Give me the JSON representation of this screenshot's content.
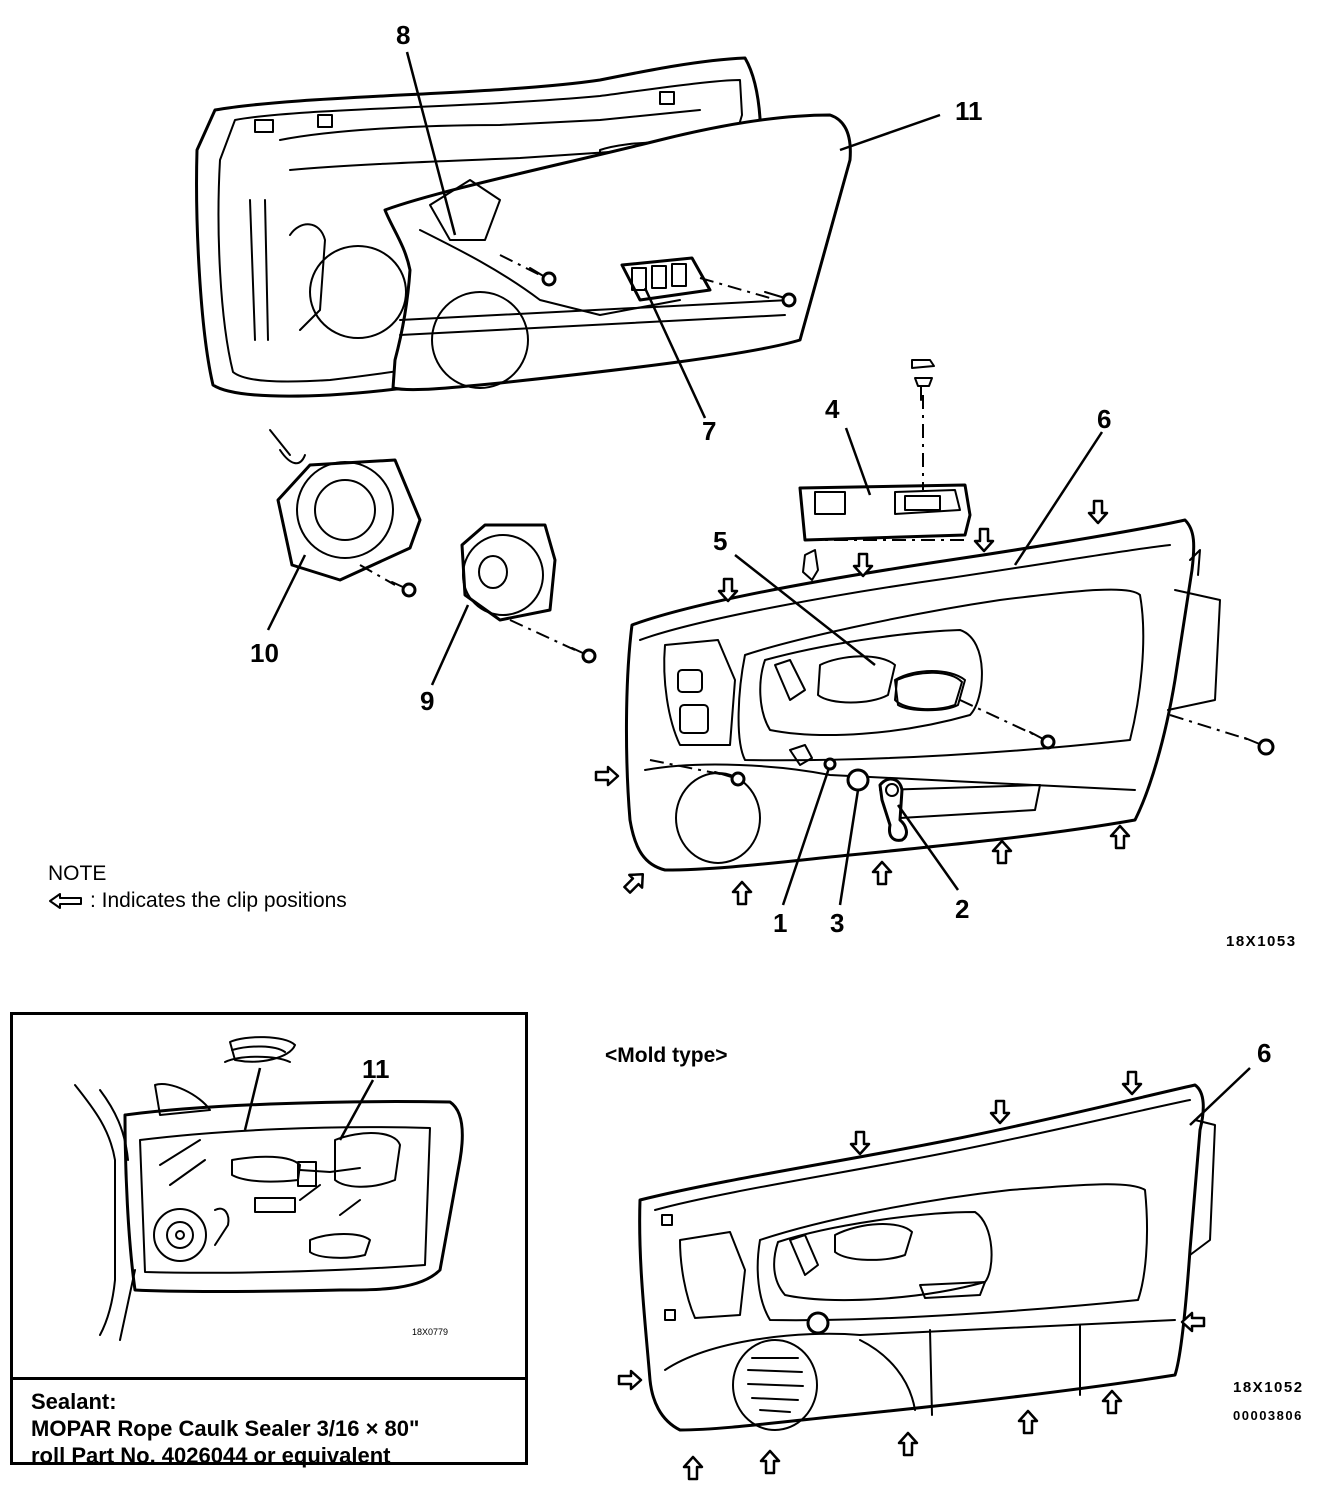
{
  "callouts": {
    "c1": "1",
    "c2": "2",
    "c3": "3",
    "c4": "4",
    "c5": "5",
    "c6": "6",
    "c7": "7",
    "c8": "8",
    "c9": "9",
    "c10": "10",
    "c11": "11",
    "c6b": "6",
    "c11b": "11"
  },
  "figure_codes": {
    "top": "18X1053",
    "mold": "18X1052",
    "doc": "00003806",
    "inset": "18X0779"
  },
  "mold_type_label": "<Mold type>",
  "note": {
    "title": "NOTE",
    "text": ": Indicates the clip positions",
    "icon": "hollow-left-arrow-icon"
  },
  "sealant": {
    "line1": "Sealant:",
    "line2": "MOPAR Rope Caulk Sealer 3/16 × 80\"",
    "line3": "roll Part No. 4026044 or equivalent"
  }
}
